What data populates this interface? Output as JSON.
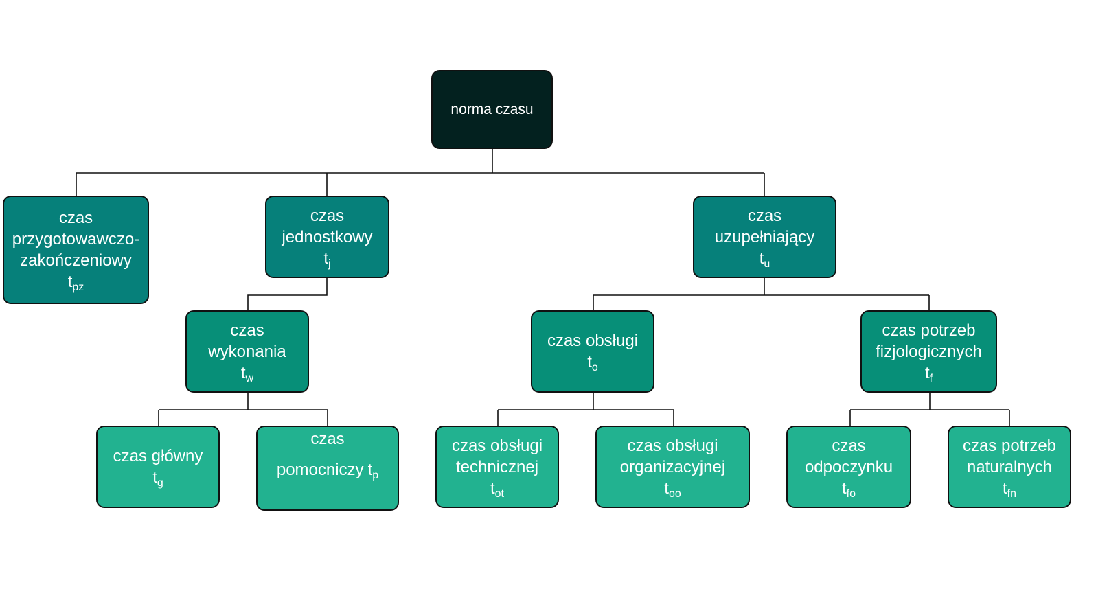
{
  "colors": {
    "root": "#03211f",
    "level1": "#06807a",
    "level2": "#078f78",
    "level3": "#22b290",
    "connector": "#111111"
  },
  "nodes": {
    "root": {
      "lines": [
        "norma czasu"
      ],
      "sym": "",
      "sub": ""
    },
    "tpz": {
      "lines": [
        "czas",
        "przygotowawczo-",
        "zakończeniowy"
      ],
      "sym": "t",
      "sub": "pz"
    },
    "tj": {
      "lines": [
        "czas",
        "jednostkowy"
      ],
      "sym": "t",
      "sub": "j"
    },
    "tu": {
      "lines": [
        "czas",
        "uzupełniający"
      ],
      "sym": "t",
      "sub": "u"
    },
    "tw": {
      "lines": [
        "czas",
        "wykonania"
      ],
      "sym": "t",
      "sub": "w"
    },
    "to": {
      "lines": [
        "czas obsługi"
      ],
      "sym": "t",
      "sub": "o"
    },
    "tf": {
      "lines": [
        "czas potrzeb",
        "fizjologicznych"
      ],
      "sym": "t",
      "sub": "f"
    },
    "tg": {
      "lines": [
        "czas główny"
      ],
      "sym": "t",
      "sub": "g"
    },
    "tp": {
      "lines": [
        "czas",
        "pomocniczy"
      ],
      "sym": "t",
      "sub": "p",
      "inline": true
    },
    "tot": {
      "lines": [
        "czas obsługi",
        "technicznej"
      ],
      "sym": "t",
      "sub": "ot"
    },
    "too": {
      "lines": [
        "czas obsługi",
        "organizacyjnej"
      ],
      "sym": "t",
      "sub": "oo"
    },
    "tfo": {
      "lines": [
        "czas",
        "odpoczynku"
      ],
      "sym": "t",
      "sub": "fo"
    },
    "tfn": {
      "lines": [
        "czas potrzeb",
        "naturalnych"
      ],
      "sym": "t",
      "sub": "fn"
    }
  }
}
